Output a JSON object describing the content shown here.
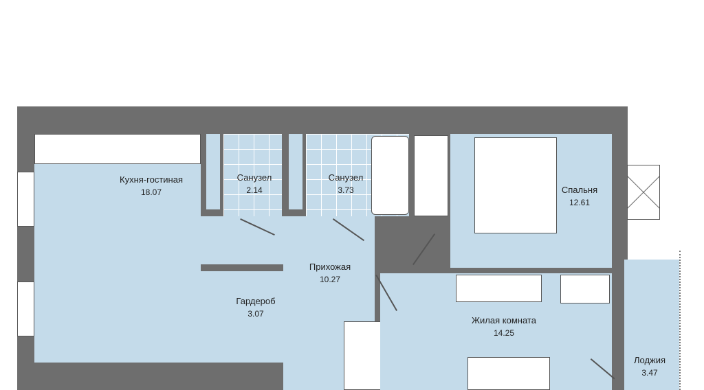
{
  "rooms": [
    {
      "name": "Кухня-гостиная",
      "area": "18.07"
    },
    {
      "name": "Санузел",
      "area": "2.14"
    },
    {
      "name": "Санузел",
      "area": "3.73"
    },
    {
      "name": "Спальня",
      "area": "12.61"
    },
    {
      "name": "Прихожая",
      "area": "10.27"
    },
    {
      "name": "Гардероб",
      "area": "3.07"
    },
    {
      "name": "Жилая комната",
      "area": "14.25"
    },
    {
      "name": "Лоджия",
      "area": "3.47"
    }
  ],
  "colors": {
    "wall": "#6e6e6e",
    "floor": "#c4dbea"
  }
}
